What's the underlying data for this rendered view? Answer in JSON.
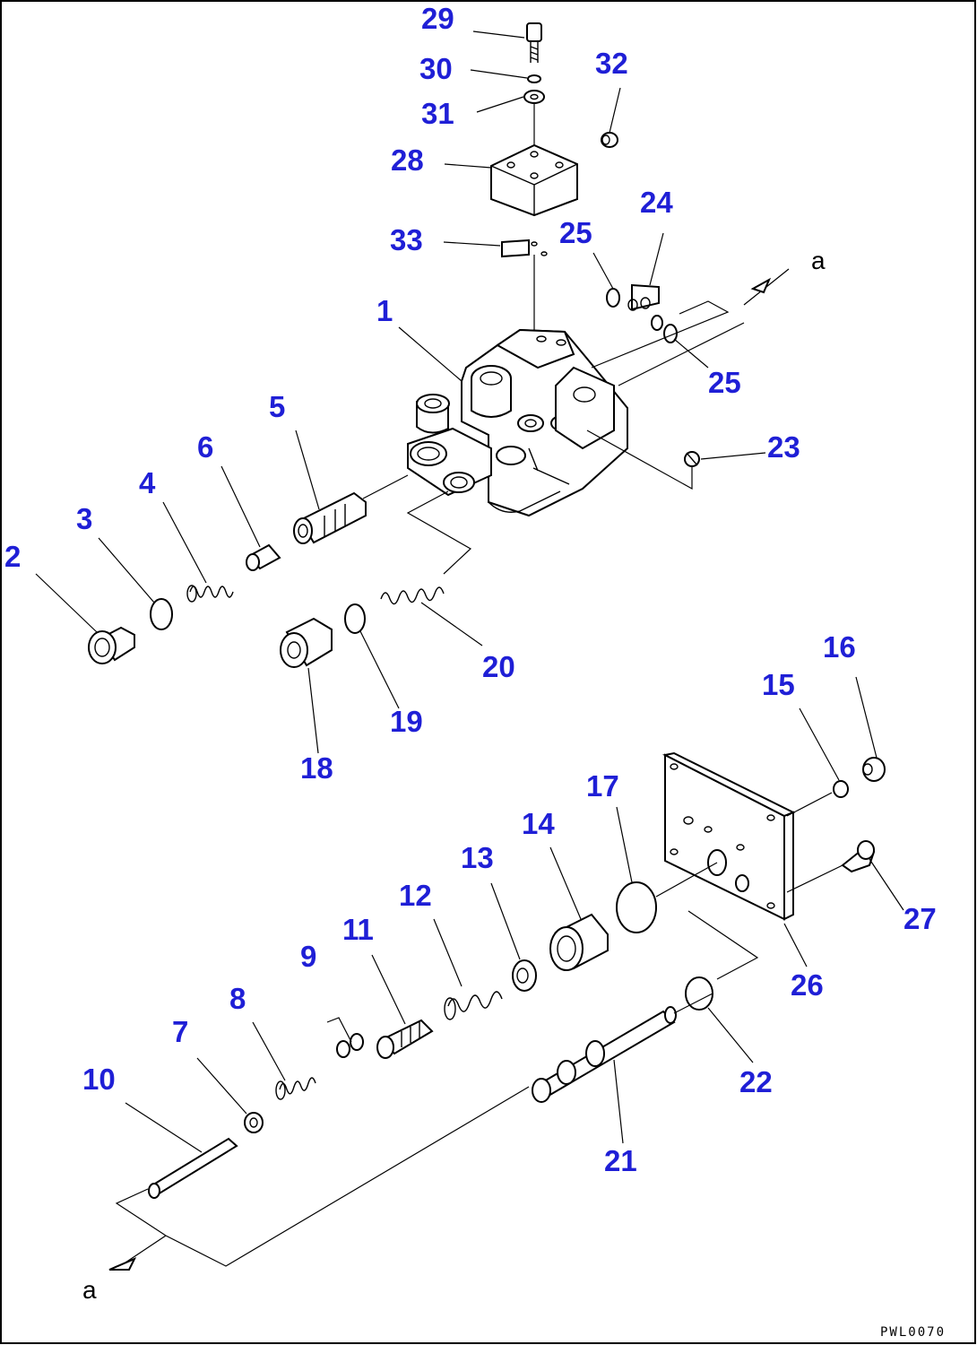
{
  "colors": {
    "label": "#1f1fd6",
    "line": "#000000",
    "background": "#ffffff"
  },
  "drawing_number": "PWL0070",
  "reference_marks": {
    "top_right": "a",
    "bottom_left": "a"
  },
  "callouts": [
    {
      "id": "c29",
      "text": "29"
    },
    {
      "id": "c30",
      "text": "30"
    },
    {
      "id": "c31",
      "text": "31"
    },
    {
      "id": "c32",
      "text": "32"
    },
    {
      "id": "c28",
      "text": "28"
    },
    {
      "id": "c33",
      "text": "33"
    },
    {
      "id": "c25a",
      "text": "25"
    },
    {
      "id": "c24",
      "text": "24"
    },
    {
      "id": "c1",
      "text": "1"
    },
    {
      "id": "c25b",
      "text": "25"
    },
    {
      "id": "c5",
      "text": "5"
    },
    {
      "id": "c23",
      "text": "23"
    },
    {
      "id": "c6",
      "text": "6"
    },
    {
      "id": "c4",
      "text": "4"
    },
    {
      "id": "c3",
      "text": "3"
    },
    {
      "id": "c2",
      "text": "2"
    },
    {
      "id": "c20",
      "text": "20"
    },
    {
      "id": "c19",
      "text": "19"
    },
    {
      "id": "c18",
      "text": "18"
    },
    {
      "id": "c16",
      "text": "16"
    },
    {
      "id": "c15",
      "text": "15"
    },
    {
      "id": "c17",
      "text": "17"
    },
    {
      "id": "c14",
      "text": "14"
    },
    {
      "id": "c13",
      "text": "13"
    },
    {
      "id": "c12",
      "text": "12"
    },
    {
      "id": "c11",
      "text": "11"
    },
    {
      "id": "c9",
      "text": "9"
    },
    {
      "id": "c8",
      "text": "8"
    },
    {
      "id": "c7",
      "text": "7"
    },
    {
      "id": "c10",
      "text": "10"
    },
    {
      "id": "c27",
      "text": "27"
    },
    {
      "id": "c26",
      "text": "26"
    },
    {
      "id": "c22",
      "text": "22"
    },
    {
      "id": "c21",
      "text": "21"
    }
  ]
}
